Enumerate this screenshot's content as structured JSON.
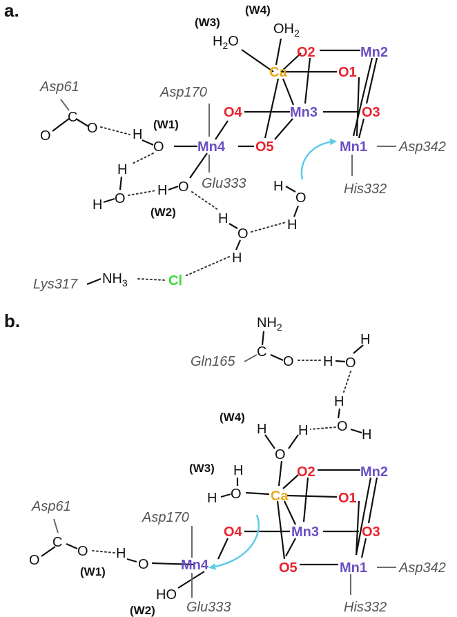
{
  "colors": {
    "mn": "#6a4fc4",
    "oxo": "#e8232e",
    "ca": "#e8a820",
    "cl": "#3ddb3d",
    "arrow": "#5ccbe8"
  },
  "panel_a": {
    "label": "a.",
    "waters": {
      "w1": "(W1)",
      "w2": "(W2)",
      "w3": "(W3)",
      "w4": "(W4)"
    },
    "residues": {
      "asp61": "Asp61",
      "asp170": "Asp170",
      "glu333": "Glu333",
      "asp342": "Asp342",
      "his332": "His332",
      "lys317": "Lys317"
    },
    "cluster": {
      "mn1": "Mn1",
      "mn2": "Mn2",
      "mn3": "Mn3",
      "mn4": "Mn4",
      "ca": "Ca",
      "o1": "O1",
      "o2": "O2",
      "o3": "O3",
      "o4": "O4",
      "o5": "O5"
    },
    "chloride": "Cl",
    "ammonium": {
      "main": "NH",
      "sub": "3"
    },
    "atoms": {
      "o": "O",
      "h": "H",
      "c": "C",
      "h2o_main": "H",
      "h2o_sub": "2",
      "h2o_o": "O",
      "oh2_o": "OH",
      "oh2_sub": "2"
    }
  },
  "panel_b": {
    "label": "b.",
    "waters": {
      "w1": "(W1)",
      "w2": "(W2)",
      "w3": "(W3)",
      "w4": "(W4)"
    },
    "residues": {
      "asp61": "Asp61",
      "asp170": "Asp170",
      "glu333": "Glu333",
      "asp342": "Asp342",
      "his332": "His332",
      "gln165": "Gln165"
    },
    "cluster": {
      "mn1": "Mn1",
      "mn2": "Mn2",
      "mn3": "Mn3",
      "mn4": "Mn4",
      "ca": "Ca",
      "o1": "O1",
      "o2": "O2",
      "o3": "O3",
      "o4": "O4",
      "o5": "O5"
    },
    "amide": {
      "main": "NH",
      "sub": "2"
    },
    "hydroxide": "HO",
    "atoms": {
      "o": "O",
      "h": "H",
      "c": "C"
    }
  }
}
